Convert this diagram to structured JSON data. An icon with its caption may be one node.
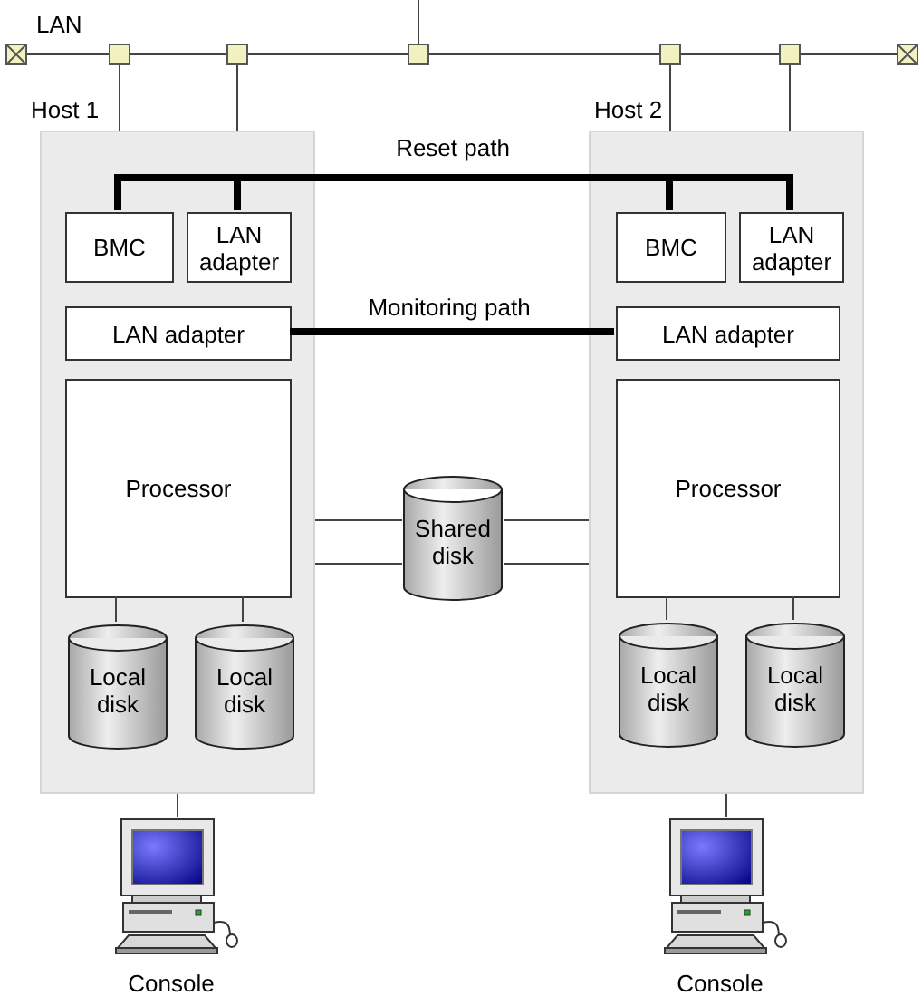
{
  "diagram": {
    "nodes": [
      {
        "text": [],
        "shape": "box"
      },
      {
        "text": [],
        "shape": "box"
      },
      {
        "text": [],
        "shape": "box"
      },
      {
        "text": [],
        "shape": "box"
      },
      {
        "text": [],
        "shape": "box"
      },
      {
        "text": [],
        "shape": "box"
      },
      {
        "text": [],
        "shape": "box"
      },
      {
        "text": [
          "Host 1"
        ]
      },
      {
        "text": [
          "BMC"
        ],
        "in": 7
      },
      {
        "text": [
          "LAN adapter"
        ],
        "in": 7
      },
      {
        "text": [
          "LAN adapter"
        ],
        "in": 7
      },
      {
        "text": [
          "Processor"
        ],
        "in": 7
      },
      {
        "text": [
          "Local disk"
        ],
        "in": 7
      },
      {
        "text": [
          "Local disk"
        ],
        "in": 7
      },
      {
        "text": [
          "Host 2"
        ]
      },
      {
        "text": [
          "BMC"
        ],
        "in": 14
      },
      {
        "text": [
          "LAN adapter"
        ],
        "in": 14
      },
      {
        "text": [
          "LAN adapter"
        ],
        "in": 14
      },
      {
        "text": [
          "Processor"
        ],
        "in": 14
      },
      {
        "text": [
          "Local disk"
        ],
        "in": 14
      },
      {
        "text": [
          "Local disk"
        ],
        "in": 14
      },
      {
        "text": [
          "Shared disk"
        ]
      },
      {
        "text": [
          "Console"
        ]
      },
      {
        "text": [
          "Console"
        ]
      }
    ],
    "edges": [
      {
        "from": 0,
        "to": 1,
        "arrow": "none"
      },
      {
        "from": 1,
        "to": 2,
        "arrow": "none"
      },
      {
        "from": 2,
        "to": 3,
        "arrow": "none"
      },
      {
        "from": 3,
        "to": 4,
        "arrow": "none"
      },
      {
        "from": 4,
        "to": 5,
        "arrow": "none"
      },
      {
        "from": 5,
        "to": 6,
        "arrow": "none"
      },
      {
        "from": 3,
        "to": null,
        "arrow": "none"
      },
      {
        "from": 1,
        "to": 7,
        "arrow": "none"
      },
      {
        "from": 2,
        "to": 7,
        "arrow": "none"
      },
      {
        "from": 4,
        "to": 14,
        "arrow": "none"
      },
      {
        "from": 5,
        "to": 14,
        "arrow": "none"
      },
      {
        "from": 8,
        "to": 15,
        "arrow": "none",
        "label": "Reset path",
        "style": "thick"
      },
      {
        "from": 8,
        "to": 16,
        "arrow": "none",
        "style": "thick"
      },
      {
        "from": 9,
        "to": 15,
        "arrow": "none",
        "style": "thick"
      },
      {
        "from": 9,
        "to": 16,
        "arrow": "none",
        "style": "thick"
      },
      {
        "from": 10,
        "to": 17,
        "arrow": "none",
        "label": "Monitoring path",
        "style": "thick"
      },
      {
        "from": 7,
        "to": 21,
        "arrow": "none"
      },
      {
        "from": 7,
        "to": 21,
        "arrow": "none"
      },
      {
        "from": 21,
        "to": 14,
        "arrow": "none"
      },
      {
        "from": 21,
        "to": 14,
        "arrow": "none"
      },
      {
        "from": 11,
        "to": 12,
        "arrow": "none"
      },
      {
        "from": 11,
        "to": 13,
        "arrow": "none"
      },
      {
        "from": 18,
        "to": 19,
        "arrow": "none"
      },
      {
        "from": 18,
        "to": 20,
        "arrow": "none"
      },
      {
        "from": 7,
        "to": 22,
        "arrow": "none"
      },
      {
        "from": 14,
        "to": 23,
        "arrow": "none"
      }
    ],
    "labels": [
      "LAN"
    ]
  }
}
